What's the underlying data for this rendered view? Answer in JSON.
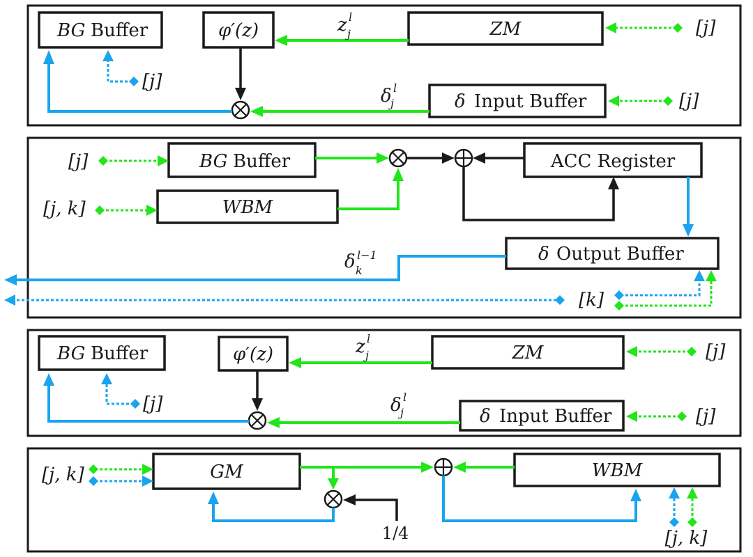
{
  "labels": {
    "bg": "BG",
    "buffer": "Buffer",
    "phi_prime_z": "φ′(z)",
    "zm": "ZM",
    "wbm": "WBM",
    "gm": "GM",
    "acc_register": "ACC Register",
    "delta": "δ",
    "input_buffer": "Input Buffer",
    "output_buffer": "Output Buffer",
    "z_j_l": "z",
    "sub_j": "j",
    "sub_k": "k",
    "sup_l": "l",
    "sup_l_minus_1": "l−1",
    "idx_j": "[j]",
    "idx_k": "[k]",
    "idx_jk": "[j, k]",
    "one_quarter": "1/4"
  },
  "colors": {
    "green": "#22e61a",
    "blue": "#1aa3ee",
    "black": "#1a1a1a"
  }
}
